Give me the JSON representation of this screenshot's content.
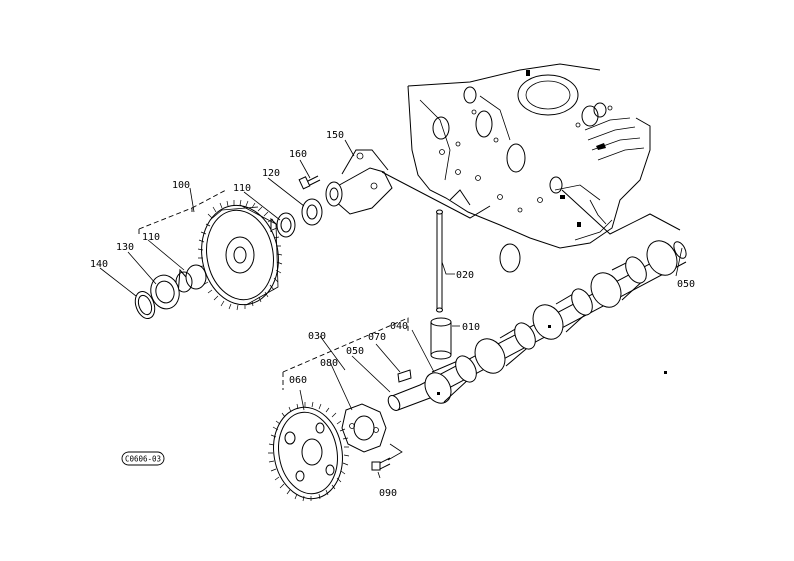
{
  "diagram": {
    "labels": {
      "p010": "010",
      "p020": "020",
      "p030": "030",
      "p040": "040",
      "p050a": "050",
      "p050b": "050",
      "p060": "060",
      "p070": "070",
      "p080": "080",
      "p090": "090",
      "p100": "100",
      "p110a": "110",
      "p110b": "110",
      "p120": "120",
      "p130": "130",
      "p140": "140",
      "p150": "150",
      "p160": "160"
    },
    "drawing_code": "C0606-03"
  }
}
